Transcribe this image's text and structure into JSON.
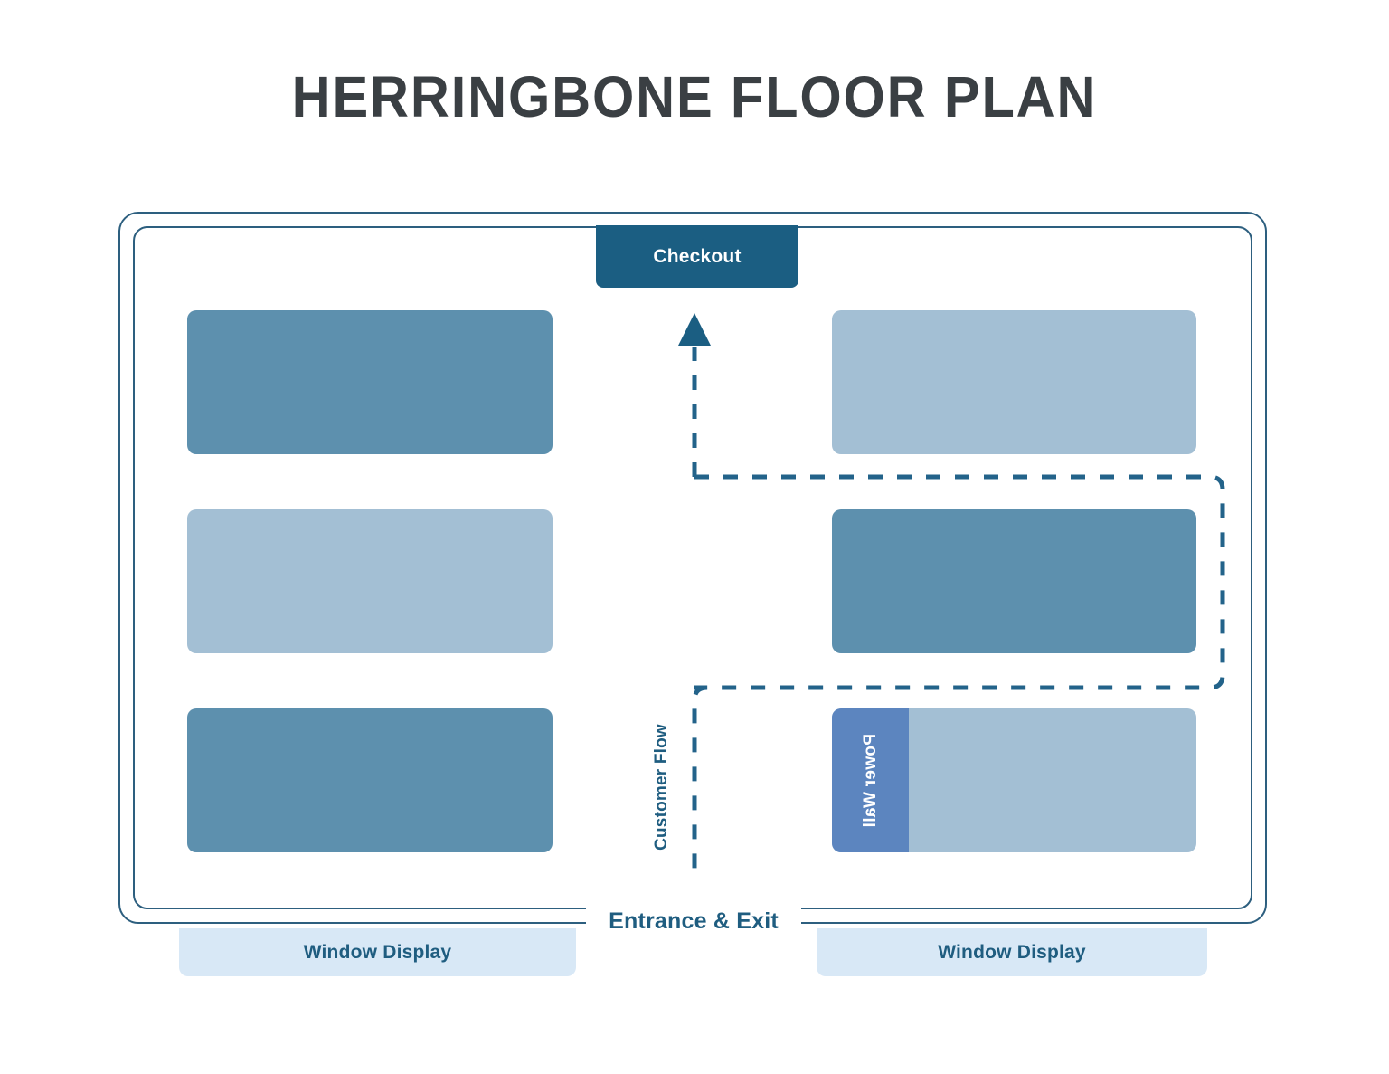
{
  "title": "HERRINGBONE FLOOR PLAN",
  "colors": {
    "title_text": "#3a3f43",
    "wall_stroke": "#2d5f7f",
    "checkout_fill": "#1b5e82",
    "fixture_dark": "#5d90ae",
    "fixture_light": "#a3bfd4",
    "power_wall_fill": "#5c85bf",
    "window_display_fill": "#d8e8f6",
    "label_text": "#1f5d80",
    "flow_line": "#23638a",
    "background": "#ffffff"
  },
  "store": {
    "checkout": {
      "label": "Checkout"
    },
    "power_wall": {
      "label": "Power Wall"
    },
    "customer_flow": {
      "label": "Customer Flow",
      "style": "dashed",
      "arrow": "up-arrow-icon"
    },
    "entrance": {
      "label": "Entrance & Exit"
    },
    "window_displays": [
      {
        "label": "Window Display",
        "side": "left"
      },
      {
        "label": "Window Display",
        "side": "right"
      }
    ],
    "fixtures": [
      {
        "id": "shelf-left-1",
        "tone": "dark",
        "column": "left",
        "row": 1
      },
      {
        "id": "shelf-left-2",
        "tone": "light",
        "column": "left",
        "row": 2
      },
      {
        "id": "shelf-left-3",
        "tone": "dark",
        "column": "left",
        "row": 3
      },
      {
        "id": "shelf-right-1",
        "tone": "light",
        "column": "right",
        "row": 1
      },
      {
        "id": "shelf-right-2",
        "tone": "dark",
        "column": "right",
        "row": 2
      },
      {
        "id": "shelf-right-3",
        "tone": "light",
        "column": "right",
        "row": 3
      }
    ]
  }
}
